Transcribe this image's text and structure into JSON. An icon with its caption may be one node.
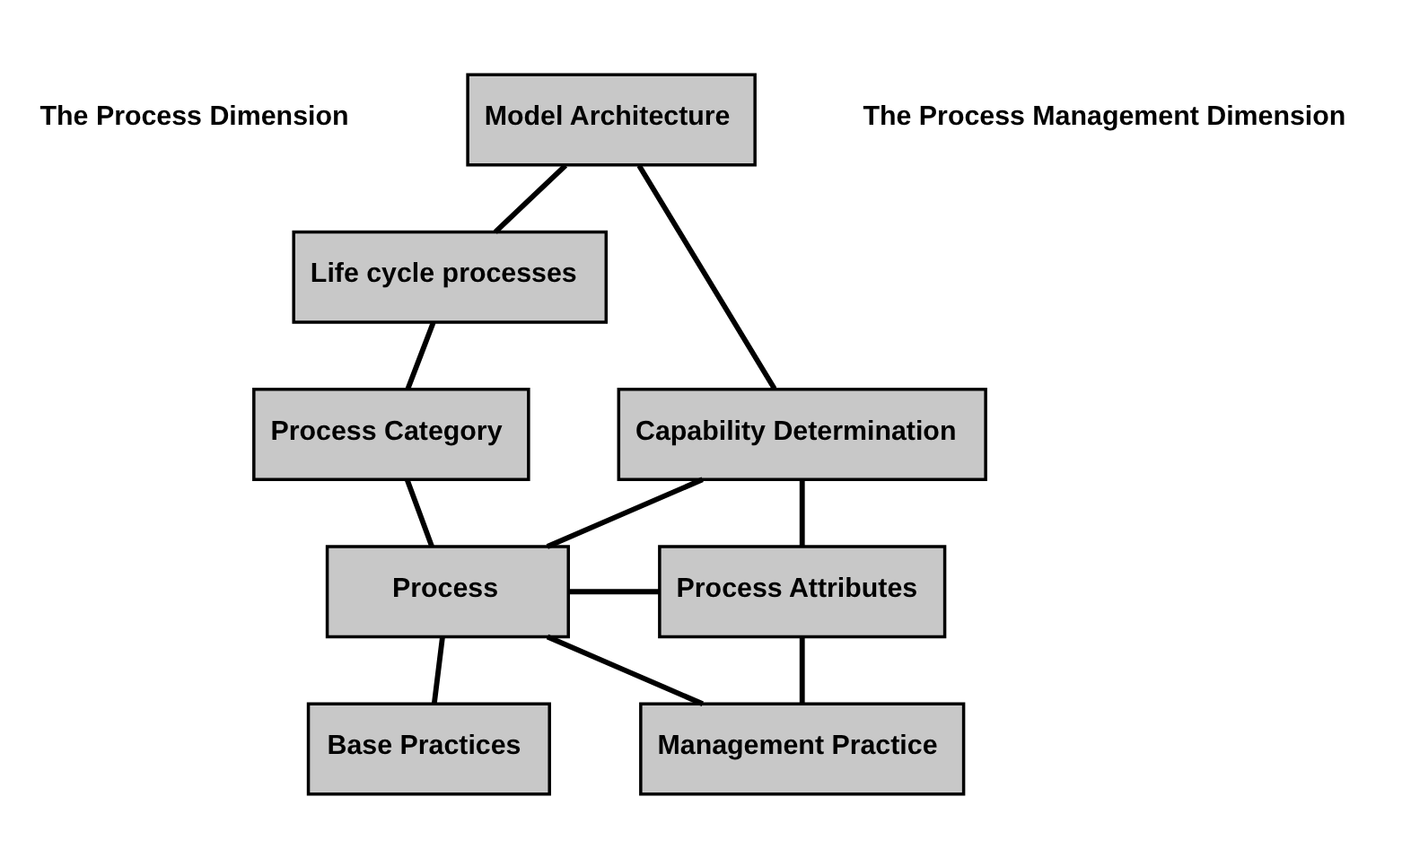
{
  "diagram": {
    "nodes": [
      {
        "text": [
          "Model Architecture"
        ]
      },
      {
        "text": [
          "Life cycle processes"
        ]
      },
      {
        "text": [
          "Process Category"
        ]
      },
      {
        "text": [
          "Process"
        ]
      },
      {
        "text": [
          "Base Practices"
        ]
      },
      {
        "text": [
          "Capability Determination"
        ]
      },
      {
        "text": [
          "Process Attributes"
        ]
      },
      {
        "text": [
          "Management Practice"
        ]
      }
    ],
    "edges": [
      {
        "from": 0,
        "to": 1,
        "arrow": "none"
      },
      {
        "from": 0,
        "to": 5,
        "arrow": "none"
      },
      {
        "from": 1,
        "to": 2,
        "arrow": "none"
      },
      {
        "from": 2,
        "to": 3,
        "arrow": "none"
      },
      {
        "from": 3,
        "to": 4,
        "arrow": "none"
      },
      {
        "from": 3,
        "to": 5,
        "arrow": "none"
      },
      {
        "from": 3,
        "to": 6,
        "arrow": "none"
      },
      {
        "from": 3,
        "to": 7,
        "arrow": "none"
      },
      {
        "from": 5,
        "to": 6,
        "arrow": "none"
      },
      {
        "from": 6,
        "to": 7,
        "arrow": "none"
      }
    ],
    "labels": [
      "The Process Dimension",
      "The Process Management Dimension"
    ]
  }
}
